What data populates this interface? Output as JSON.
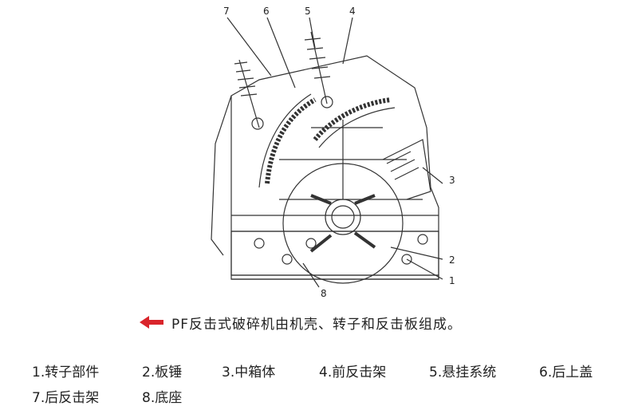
{
  "diagram": {
    "part_numbers": [
      "1",
      "2",
      "3",
      "4",
      "5",
      "6",
      "7",
      "8"
    ]
  },
  "caption": {
    "text": "PF反击式破碎机由机壳、转子和反击板组成。",
    "arrow_color": "#d9242b"
  },
  "legend": [
    {
      "num": "1.",
      "label": "转子部件"
    },
    {
      "num": "2.",
      "label": "板锤"
    },
    {
      "num": "3.",
      "label": "中箱体"
    },
    {
      "num": "4.",
      "label": "前反击架"
    },
    {
      "num": "5.",
      "label": "悬挂系统"
    },
    {
      "num": "6.",
      "label": "后上盖"
    },
    {
      "num": "7.",
      "label": "后反击架"
    },
    {
      "num": "8.",
      "label": "底座"
    }
  ]
}
